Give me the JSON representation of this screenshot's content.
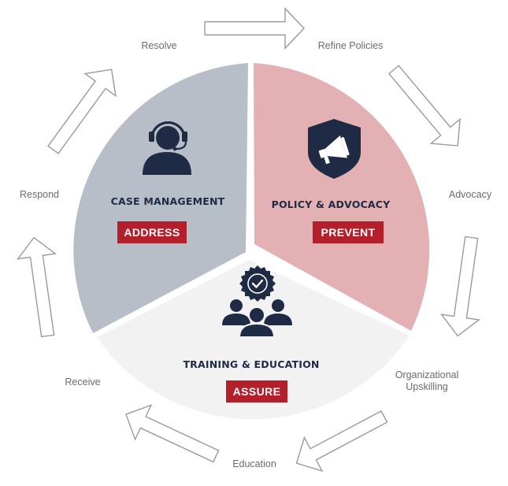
{
  "segments": {
    "case_management": {
      "title": "CASE MANAGEMENT",
      "badge": "ADDRESS",
      "icon": "headset-agent-icon"
    },
    "policy_advocacy": {
      "title": "POLICY & ADVOCACY",
      "badge": "PREVENT",
      "icon": "megaphone-shield-icon"
    },
    "training_education": {
      "title": "TRAINING & EDUCATION",
      "badge": "ASSURE",
      "icon": "certified-group-icon"
    }
  },
  "cycle_labels": {
    "resolve": "Resolve",
    "refine_policies": "Refine Policies",
    "advocacy": "Advocacy",
    "organizational_upskilling_line1": "Organizational",
    "organizational_upskilling_line2": "Upskilling",
    "education": "Education",
    "receive": "Receive",
    "respond": "Respond"
  },
  "colors": {
    "case_management_fill": "#b8bec8",
    "policy_advocacy_fill": "#e3b1b4",
    "training_education_fill": "#f2f2f2",
    "badge_red": "#b31f2a",
    "navy": "#1f2a44"
  }
}
